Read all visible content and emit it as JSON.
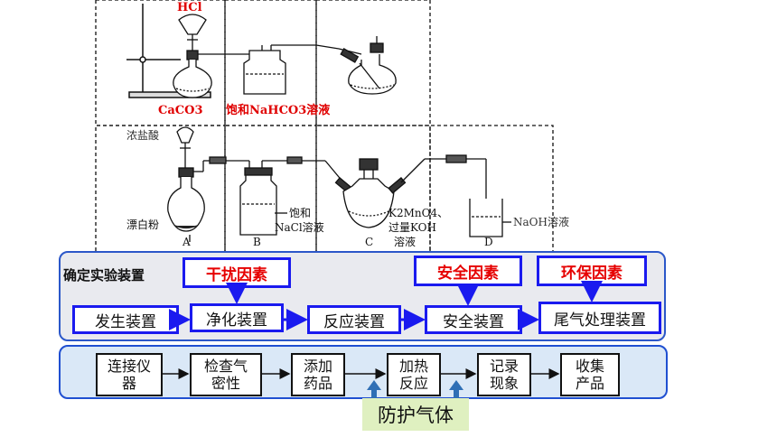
{
  "apparatus_labels": {
    "top_acid": "HCl",
    "top_solid": "CaCO3",
    "top_wash": "饱和NaHCO3溶液",
    "acid": "浓盐酸",
    "bleach": "漂白粉",
    "nacl_1": "饱和",
    "nacl_2": "NaCl溶液",
    "reactor_1": "K2MnO4、",
    "reactor_2": "过量KOH",
    "reactor_3": "溶液",
    "naoh": "NaOH溶液",
    "letter_a": "A",
    "letter_b": "B",
    "letter_c": "C",
    "letter_d": "D"
  },
  "device_panel": {
    "title": "确定实验装置",
    "factors": [
      "干扰因素",
      "安全因素",
      "环保因素"
    ],
    "steps": [
      "发生装置",
      "净化装置",
      "反应装置",
      "安全装置",
      "尾气处理装置"
    ]
  },
  "procedure_panel": {
    "steps": [
      "连接仪\n器",
      "检查气\n密性",
      "添加\n药品",
      "加热\n反应",
      "记录\n现象",
      "收集\n产品"
    ],
    "protect_gas": "防护气体"
  },
  "colors": {
    "frame_blue": "#1a1aef",
    "factor_red": "#e60000",
    "panel1_bg": "#e9eaef",
    "panel2_bg": "#dae8f7",
    "protect_bg": "#dff0c0",
    "arrow_blue": "#2f6fb5"
  }
}
